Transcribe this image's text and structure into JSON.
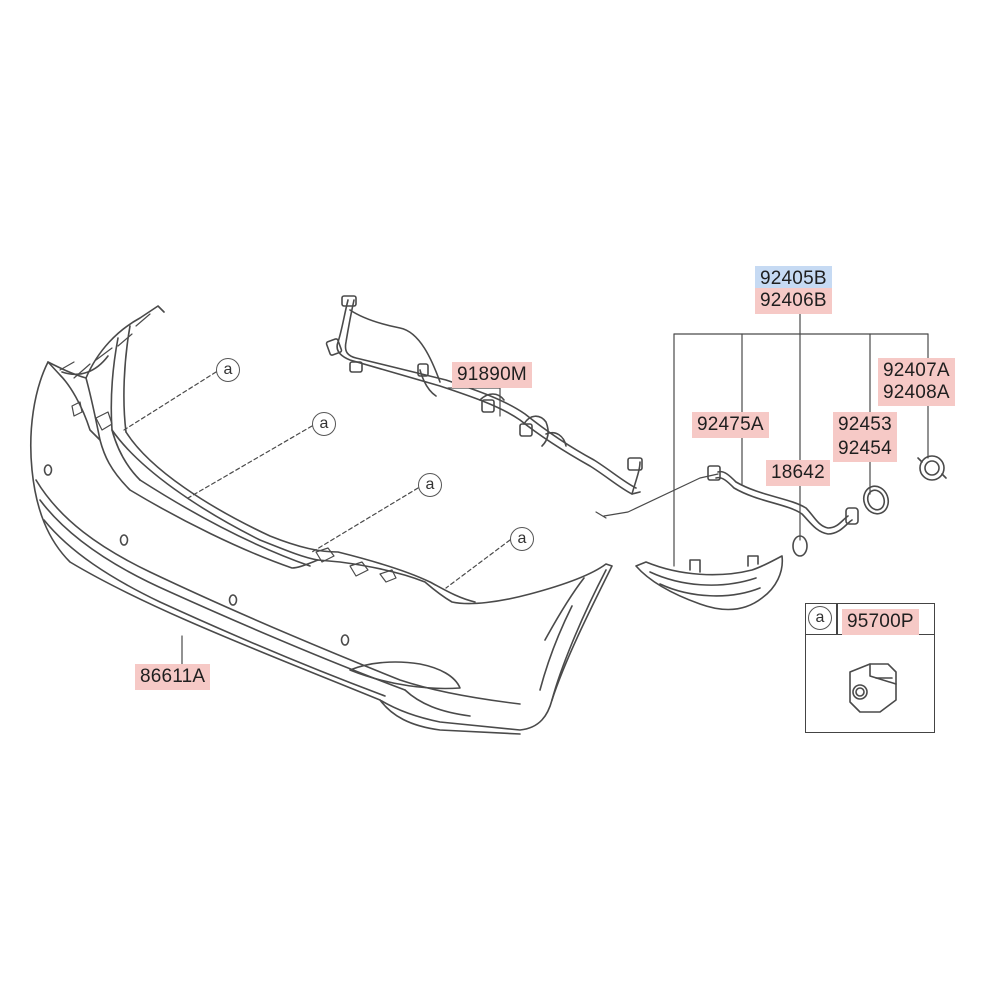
{
  "diagram": {
    "parts": {
      "p92405b": "92405B",
      "p92406b": "92406B",
      "p91890m": "91890M",
      "p92407a": "92407A",
      "p92408a": "92408A",
      "p92475a": "92475A",
      "p92453": "92453",
      "p92454": "92454",
      "p18642": "18642",
      "p86611a": "86611A",
      "p95700p": "95700P"
    },
    "ref_marker": "a",
    "colors": {
      "label_bg": "#f6c9c6",
      "label_highlight_bg": "#c6daf3",
      "line": "#4a4a4a"
    }
  }
}
